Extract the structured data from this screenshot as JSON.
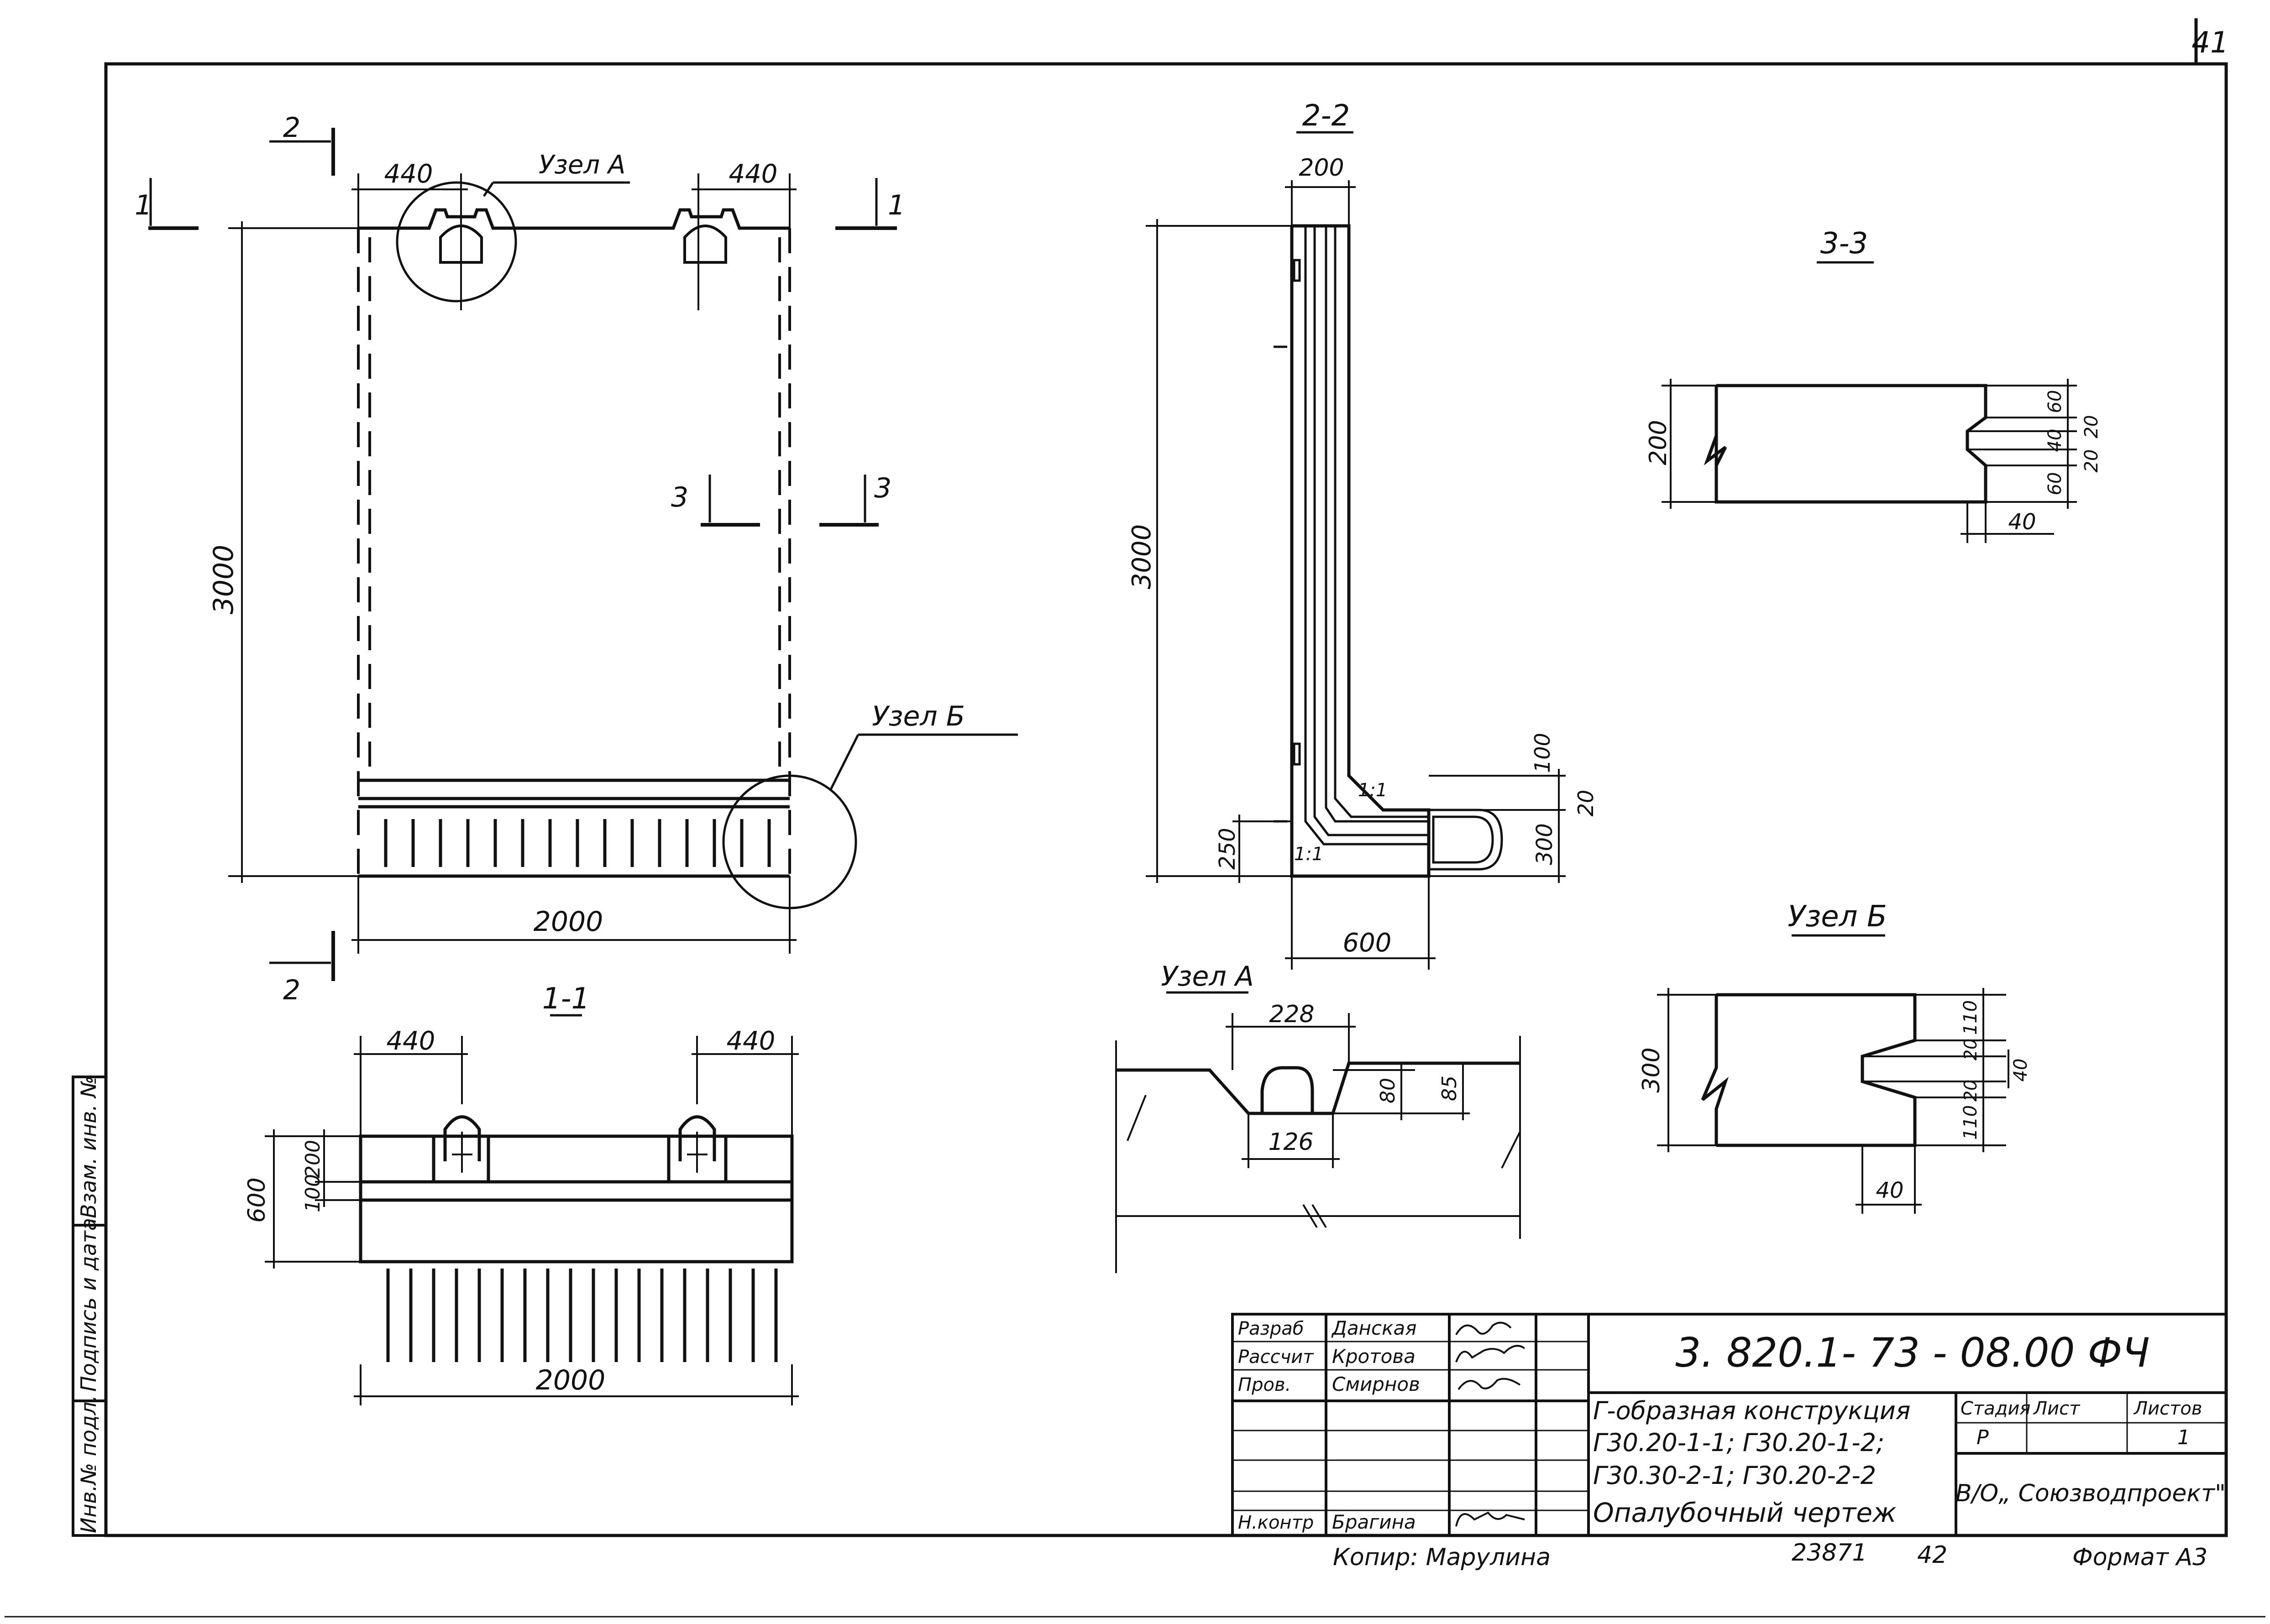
{
  "sheet": {
    "number": "41",
    "copy_line": "Копир: Марулина",
    "archive_no": "23871",
    "archive_sheet": "42",
    "format": "Формат А3"
  },
  "side_stamp": [
    "Инв.№ подл.",
    "Подпись и дата",
    "Взам. инв. №"
  ],
  "front_view": {
    "node_a": "Узел А",
    "node_b": "Узел Б",
    "dim_width": "2000",
    "dim_height": "3000",
    "dim_left_offset": "440",
    "dim_right_offset": "440",
    "cut_1": "1",
    "cut_2": "2",
    "cut_3": "3"
  },
  "section_2_2": {
    "title": "2-2",
    "dim_thickness": "200",
    "dim_height": "3000",
    "dim_base": "600",
    "dim_heel": "250",
    "dim_100": "100",
    "dim_20": "20",
    "dim_300": "300",
    "slope_label": "1:1"
  },
  "section_3_3": {
    "title": "3-3",
    "dim_200": "200",
    "dim_60a": "60",
    "dim_40a": "40",
    "dim_60b": "60",
    "dim_20a": "20",
    "dim_20b": "20",
    "dim_40_bottom": "40"
  },
  "section_1_1": {
    "title": "1-1",
    "dim_left": "440",
    "dim_right": "440",
    "dim_600": "600",
    "dim_200": "200",
    "dim_100": "100",
    "dim_2000": "2000"
  },
  "node_a_detail": {
    "title": "Узел А",
    "dim_228": "228",
    "dim_126": "126",
    "dim_80": "80",
    "dim_85": "85"
  },
  "node_b_detail": {
    "title": "Узел Б",
    "dim_300": "300",
    "dim_110a": "110",
    "dim_20a": "20",
    "dim_40r": "40",
    "dim_110b": "110",
    "dim_20b": "20",
    "dim_40_bottom": "40"
  },
  "title_block": {
    "designation": "3. 820.1- 73 - 08.00 ФЧ",
    "roles": [
      "Разраб",
      "Рассчит",
      "Пров.",
      "",
      "",
      "",
      "Н.контр"
    ],
    "names": [
      "Данская",
      "Кротова",
      "Смирнов",
      "",
      "",
      "",
      "Брагина"
    ],
    "title_lines": [
      "Г-образная конструкция",
      "Г30.20-1-1; Г30.20-1-2;",
      "Г30.30-2-1; Г30.20-2-2",
      "Опалубочный чертеж"
    ],
    "stage_header": "Стадия",
    "sheet_header": "Лист",
    "sheets_header": "Листов",
    "stage_value": "Р",
    "sheets_value": "1",
    "organization": "В/О„ Союзводпроект\""
  }
}
